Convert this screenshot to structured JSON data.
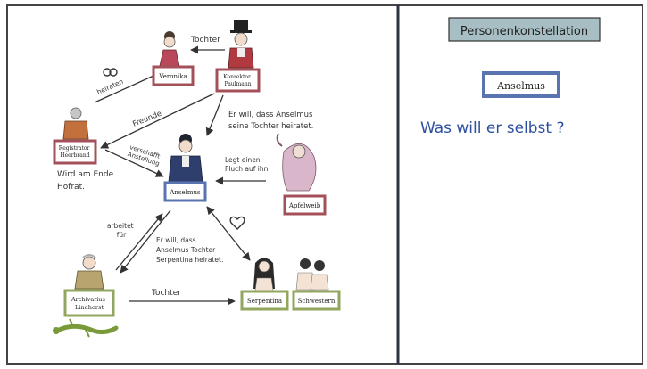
{
  "left_board": {
    "characters": {
      "veronika": "Veronika",
      "paulmann": "Konrektor\nPaulmann",
      "heerbrand": "Registrator\nHeerbrand",
      "anselmus": "Anselmus",
      "apfelweib": "Apfelweib",
      "lindhorst": "Archivarius\nLindhorst",
      "serpentina": "Serpentina",
      "schwestern": "Schwestern"
    },
    "labels": {
      "tochter_top": "Tochter",
      "heiraten": "heiraten",
      "freunde": "Freunde",
      "paulmann_wish": "Er will, dass Anselmus\nseine Tochter heiratet.",
      "verschafft": "verschafft\nAnstellung",
      "hofrat": "Wird am Ende\nHofrat.",
      "fluch": "Legt einen\nFluch auf ihn",
      "arbeitet": "arbeitet\nfür",
      "lindhorst_wish": "Er will, dass\nAnselmus Tochter\nSerpentina heiratet.",
      "tochter_bottom": "Tochter"
    }
  },
  "right_board": {
    "title": "Personenkonstellation",
    "focus_name": "Anselmus",
    "question": "Was will er selbst ?"
  },
  "colors": {
    "red_frame": "#a4505a",
    "blue_frame": "#5a74b2",
    "green_frame": "#93a65e",
    "ink": "#333333",
    "question_ink": "#2d4fa0",
    "title_fill": "#a7bfc4"
  }
}
